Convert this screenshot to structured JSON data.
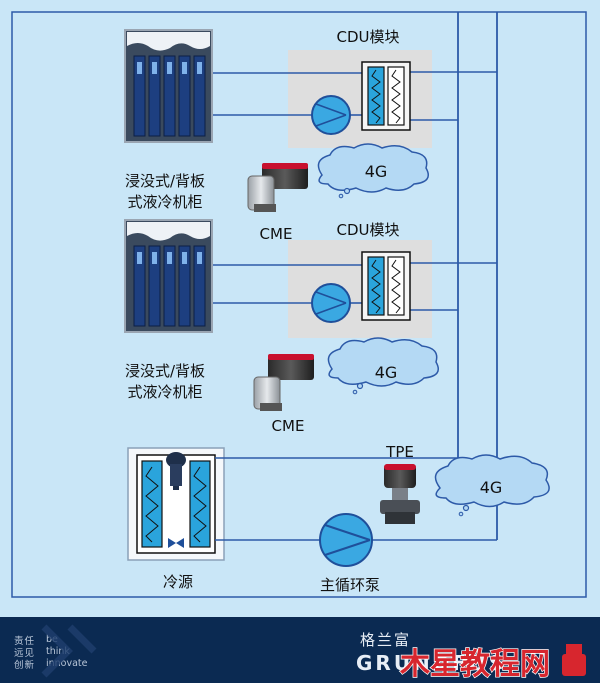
{
  "colors": {
    "background": "#c9e6f7",
    "pipe": "#2d5aa8",
    "module_box": "#dedede",
    "cloud": "#b4d9f4",
    "footer": "#0b2a52",
    "watermark": "#d7262e"
  },
  "diagram": {
    "cdu_module_1": "CDU模块",
    "cdu_module_2": "CDU模块",
    "cabinet_1_line1": "浸没式/背板",
    "cabinet_1_line2": "式液冷机柜",
    "cabinet_2_line1": "浸没式/背板",
    "cabinet_2_line2": "式液冷机柜",
    "pump_1": "CME",
    "pump_2": "CME",
    "tpe": "TPE",
    "signal_1": "4G",
    "signal_2": "4G",
    "signal_3": "4G",
    "cold_source": "冷源",
    "main_pump": "主循环泵"
  },
  "footer": {
    "motto_cn": "责任远见创新",
    "motto_en_1": "be",
    "motto_en_2": "think",
    "motto_en_3": "innovate",
    "brand_cn": "格兰富",
    "brand_en": "GRUNDFOS",
    "watermark": "木星教程网",
    "icons": [
      "grundfos-x-logo",
      "pump-icon"
    ]
  }
}
